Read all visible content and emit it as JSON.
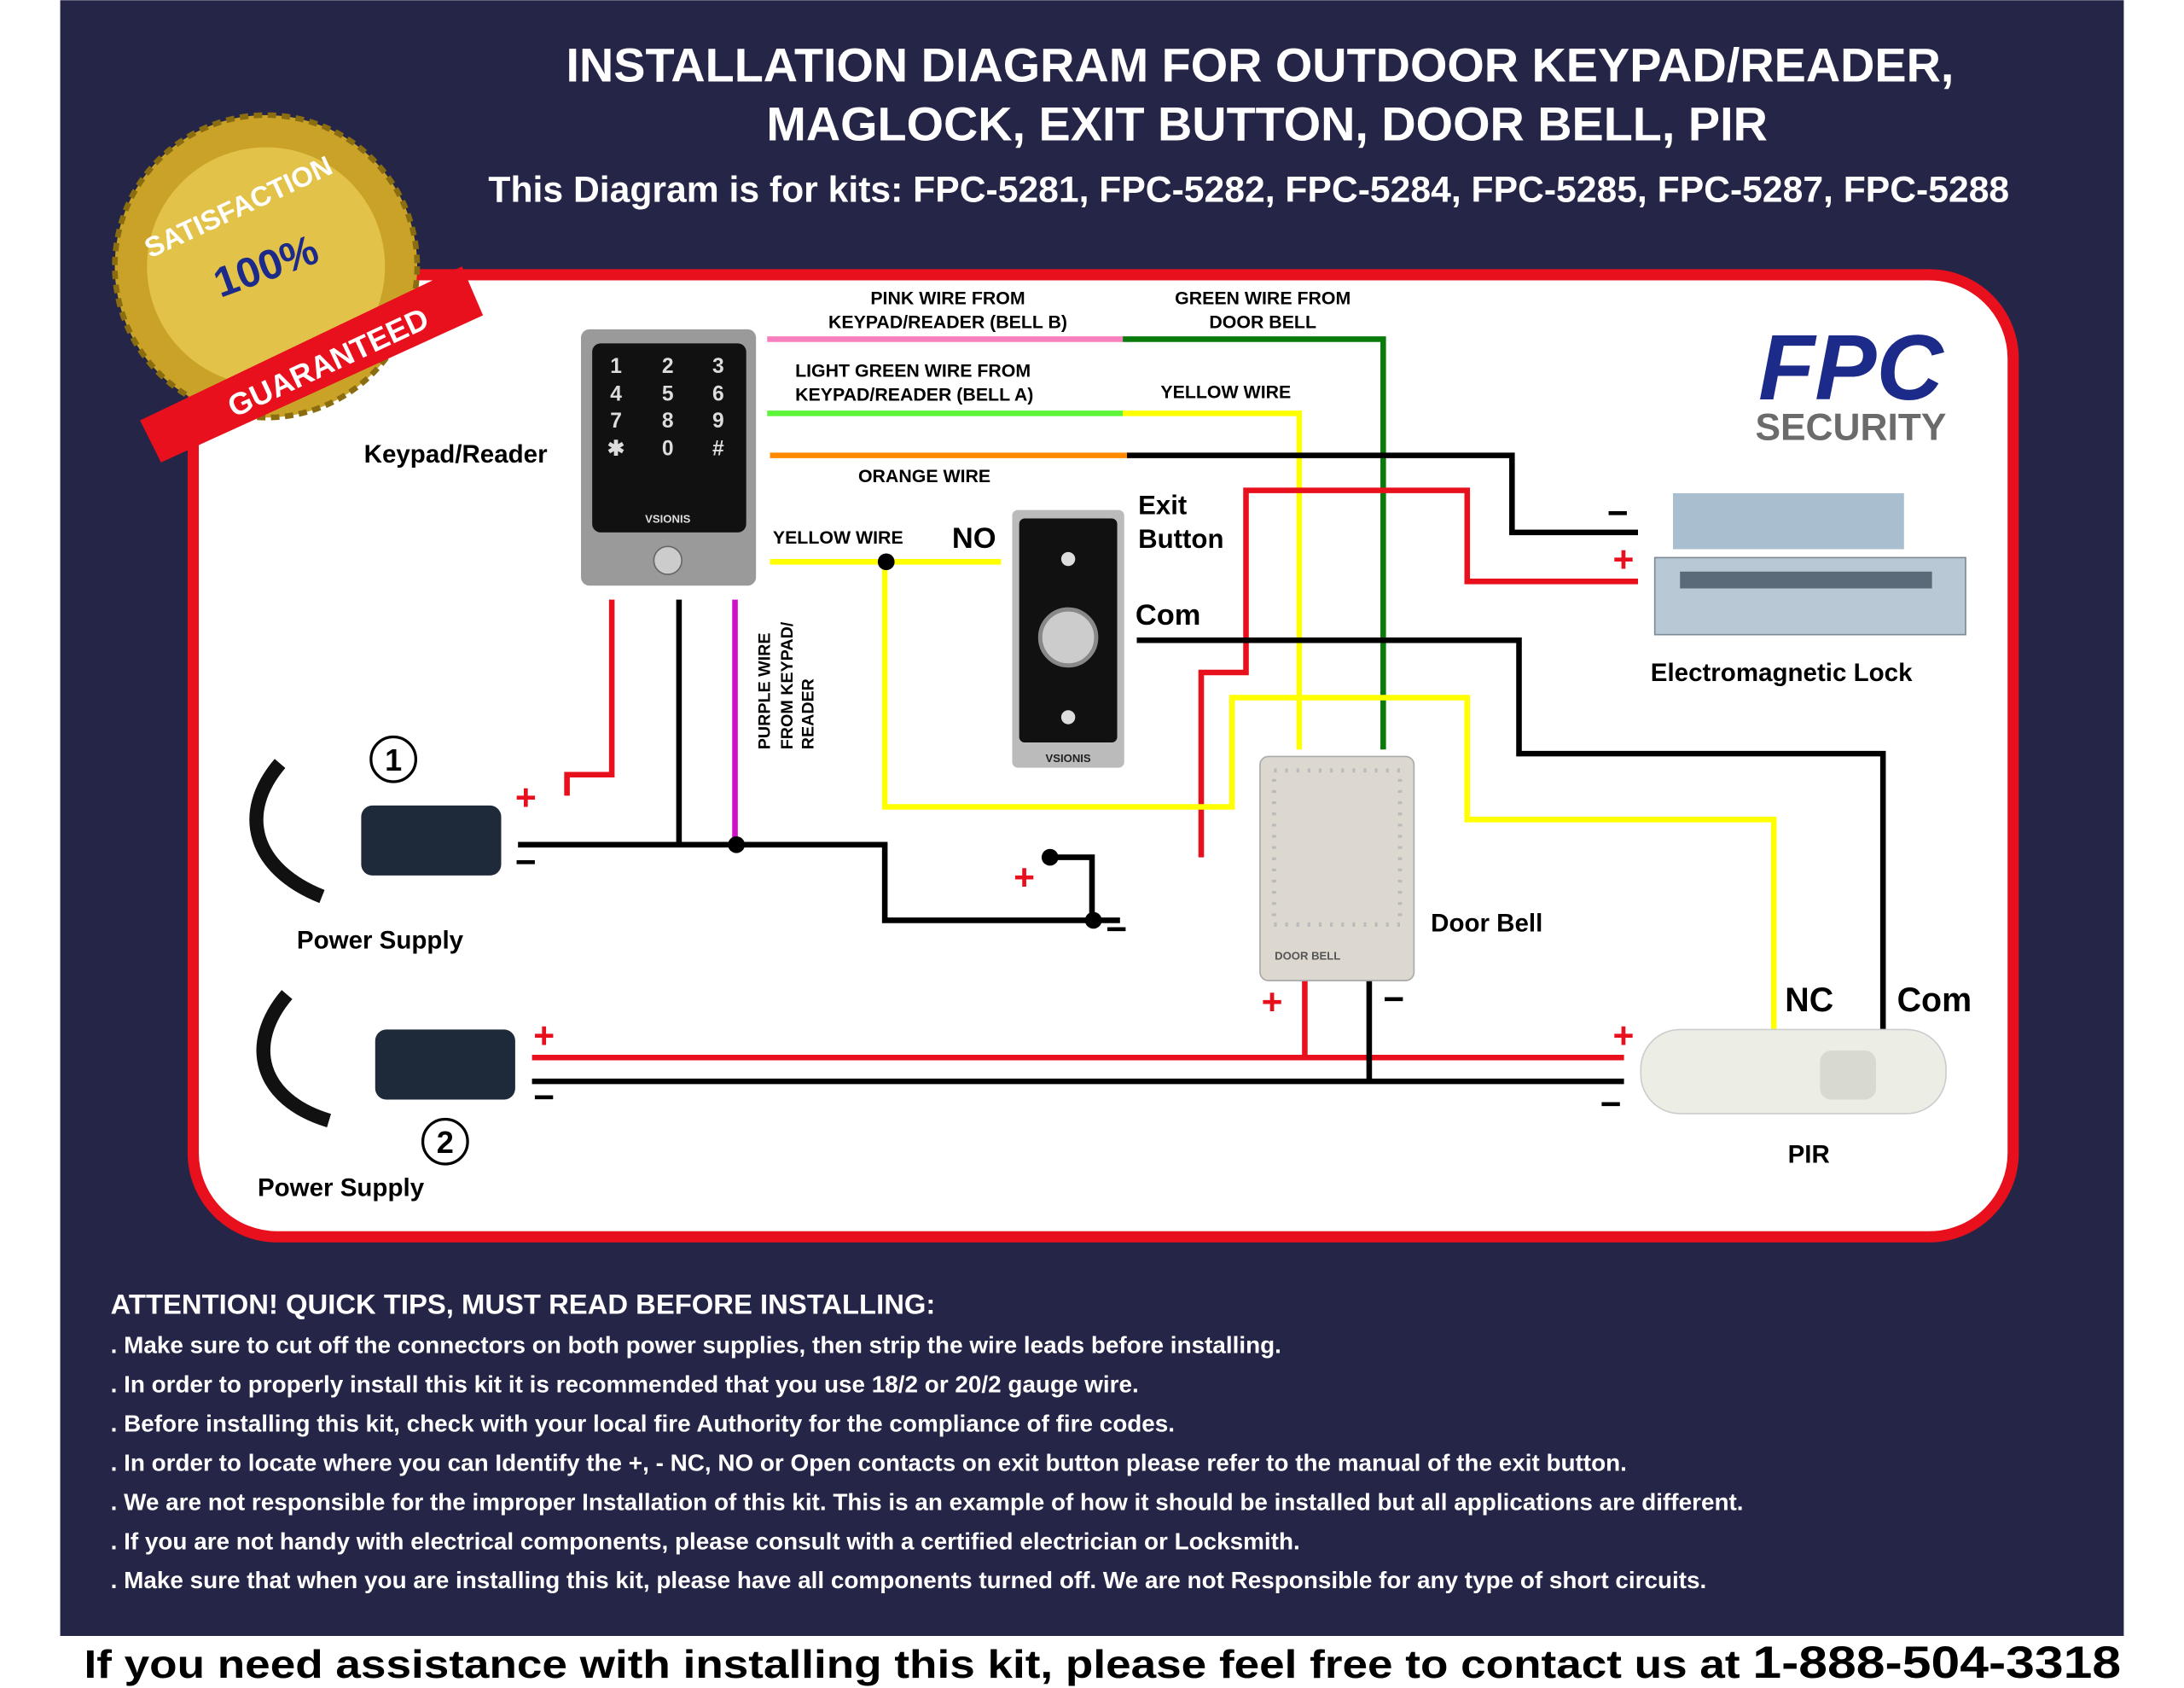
{
  "header": {
    "title_line1": "INSTALLATION DIAGRAM FOR OUTDOOR KEYPAD/READER,",
    "title_line2": "MAGLOCK, EXIT BUTTON, DOOR BELL, PIR",
    "subtitle": "This Diagram is for kits: FPC-5281, FPC-5282, FPC-5284, FPC-5285, FPC-5287, FPC-5288"
  },
  "seal": {
    "top": "SATISFACTION",
    "middle": "100%",
    "ribbon": "GUARANTEED"
  },
  "logo": {
    "brand": "FPC",
    "sub": "SECURITY"
  },
  "labels": {
    "pink_wire": [
      "PINK WIRE FROM",
      "KEYPAD/READER (BELL B)"
    ],
    "green_wire": [
      "GREEN WIRE FROM",
      "DOOR BELL"
    ],
    "light_green_wire": [
      "LIGHT GREEN WIRE FROM",
      "KEYPAD/READER (BELL A)"
    ],
    "yellow_wire_top": "YELLOW WIRE",
    "orange_wire": "ORANGE WIRE",
    "yellow_wire_exit": "YELLOW WIRE",
    "no": "NO",
    "exit_button": [
      "Exit",
      "Button"
    ],
    "com_exit": "Com",
    "purple_wire": [
      "PURPLE WIRE",
      "FROM KEYPAD/",
      "READER"
    ],
    "keypad_reader": "Keypad/Reader",
    "electromagnetic_lock": "Electromagnetic Lock",
    "door_bell": "Door Bell",
    "door_bell_device": "DOOR BELL",
    "power_supply_1": "Power Supply",
    "power_supply_2": "Power Supply",
    "ps1_number": "1",
    "ps2_number": "2",
    "nc": "NC",
    "com_pir": "Com",
    "pir": "PIR",
    "plus": "+",
    "minus": "−",
    "keypad_brand": "VSIONIS",
    "exit_brand": "VSIONIS",
    "keys": [
      "1",
      "2",
      "3",
      "4",
      "5",
      "6",
      "7",
      "8",
      "9",
      "✱",
      "0",
      "#"
    ]
  },
  "tips": {
    "heading": "ATTENTION! QUICK TIPS, MUST READ BEFORE INSTALLING:",
    "items": [
      ". Make sure to cut off the connectors on both power supplies, then strip the wire leads before installing.",
      ". In order to properly install this kit it is recommended that you use 18/2 or 20/2 gauge wire.",
      ". Before installing this kit, check with your local fire Authority for the compliance of fire codes.",
      ". In order to locate where you can Identify the +, -  NC, NO or Open contacts on exit button please refer to the manual of the exit button.",
      ". We are not responsible for the improper Installation of this kit. This is an example of how it should be installed but all applications are different.",
      ". If you are not handy with electrical components, please consult with a certified electrician or Locksmith.",
      ". Make sure that when you are installing this kit, please have all components turned off. We are not Responsible for any type of short circuits."
    ]
  },
  "footer": {
    "text": "If you need assistance with installing this kit, please feel free to contact us at ",
    "phone": "1-888-504-3318"
  },
  "colors": {
    "navy": "#252547",
    "red": "#e8101c",
    "pink": "#f77fbe",
    "green": "#0a7a0a",
    "light_green": "#5cf53a",
    "yellow": "#ffff00",
    "orange": "#ff8a00",
    "purple": "#d010c8"
  }
}
